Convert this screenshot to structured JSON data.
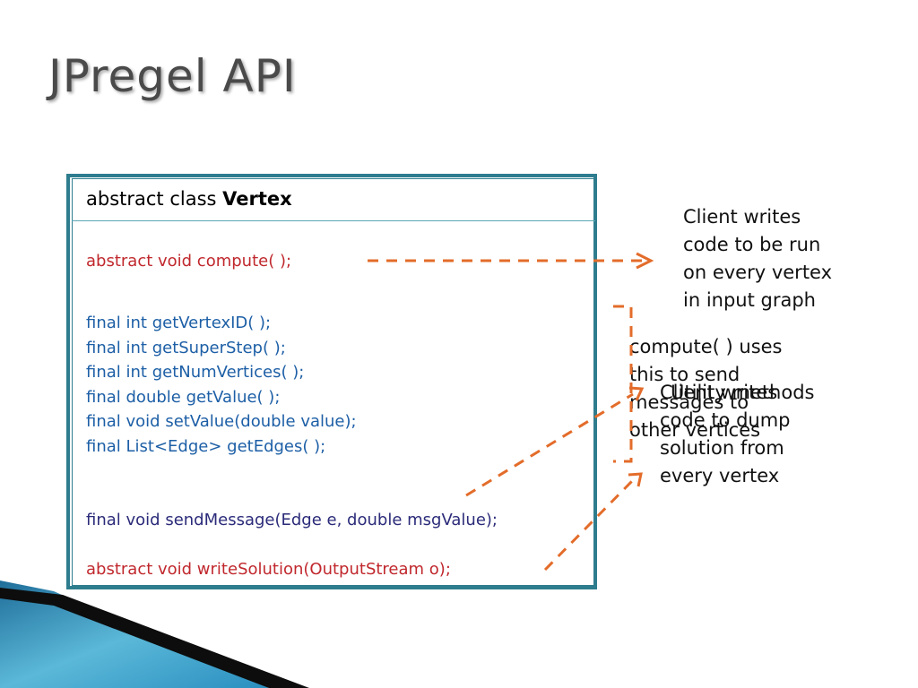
{
  "slide": {
    "title": "JPregel API"
  },
  "vertex_box": {
    "header_prefix": "abstract class",
    "header_name": "Vertex",
    "compute": "abstract void compute( );",
    "methods": [
      "final int getVertexID( );",
      "final int getSuperStep( );",
      "final int getNumVertices( );",
      "final double getValue( );",
      "final void setValue(double value);",
      "final List<Edge> getEdges( );"
    ],
    "send_message": "final void sendMessage(Edge e, double msgValue);",
    "write_solution": "abstract void writeSolution(OutputStream o);"
  },
  "notes": {
    "compute_note": [
      "Client writes",
      "code to be run",
      "on every vertex",
      "in input graph"
    ],
    "utility_note": [
      "Utility methods"
    ],
    "send_note": [
      "compute( ) uses",
      "this to send",
      "messages to",
      "other vertices"
    ],
    "write_note": [
      "Client writes",
      "code to dump",
      "solution from",
      "every vertex"
    ]
  },
  "colors": {
    "accent_teal": "#2e7d8e",
    "abstract_red": "#c0282d",
    "method_blue": "#1d5fa6",
    "arrow_orange": "#e36c2a"
  }
}
